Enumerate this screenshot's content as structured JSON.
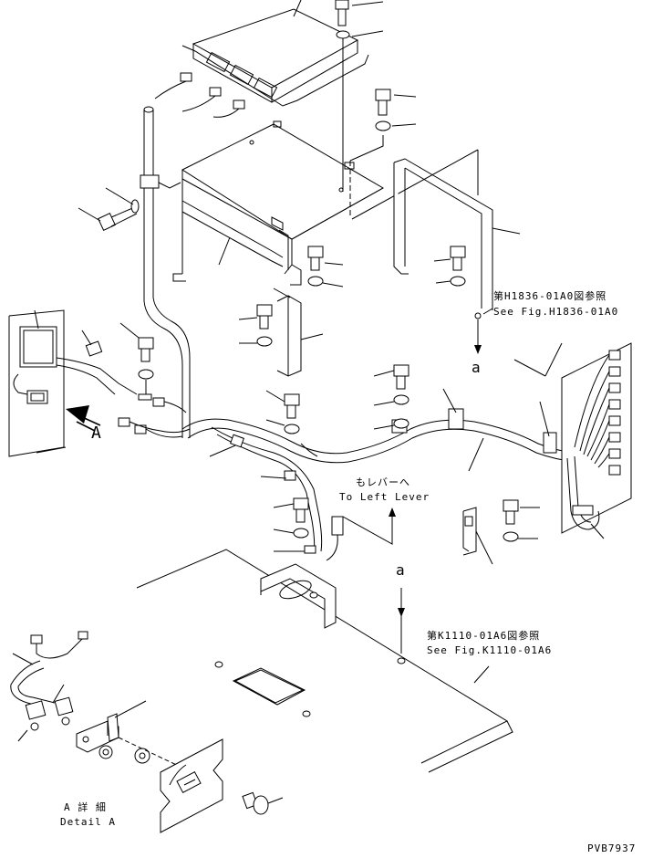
{
  "labels": {
    "ref_top_jp": "第H1836-01A0図参照",
    "ref_top_en": "See Fig.H1836-01A0",
    "ref_mid_jp": "第K1110-01A6図参照",
    "ref_mid_en": "See Fig.K1110-01A6",
    "lever_jp": "もレバーへ",
    "lever_en": "To Left Lever",
    "view_marker": "A",
    "section_a1": "a",
    "section_a2": "a",
    "detail_jp": "A 詳 細",
    "detail_en": "Detail A",
    "drawing_id": "PVB7937"
  }
}
